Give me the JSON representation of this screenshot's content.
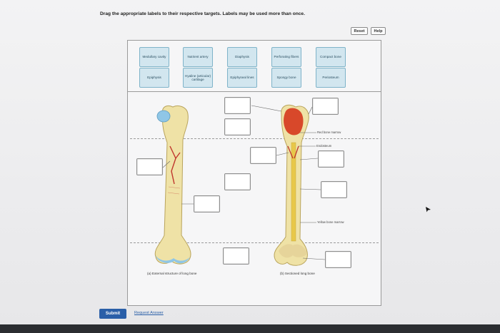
{
  "instructions": "Drag the appropriate labels to their respective targets. Labels may be used more than once.",
  "buttons": {
    "reset": "Reset",
    "help": "Help",
    "submit": "Submit"
  },
  "request_answer": "Request Answer",
  "labels": [
    "Medullary cavity",
    "Nutrient artery",
    "Diaphysis",
    "Perforating fibers",
    "Compact bone",
    "Epiphysis",
    "Hyaline (articular) cartilage",
    "Epiphyseal lines",
    "Spongy bone",
    "Periosteum"
  ],
  "callouts": {
    "red_marrow": "Red bone marrow",
    "endosteum": "Endosteum",
    "yellow_marrow": "Yellow bone marrow"
  },
  "captions": {
    "external": "(a) External structure of long bone",
    "sectioned": "(b) Sectioned long bone"
  },
  "colors": {
    "bone": "#efe2a6",
    "cartilage": "#8fc6e6",
    "red_marrow": "#d8482a",
    "artery": "#c0362d",
    "submit": "#2a5fa8",
    "chip_bg": "#d2e6ef"
  }
}
